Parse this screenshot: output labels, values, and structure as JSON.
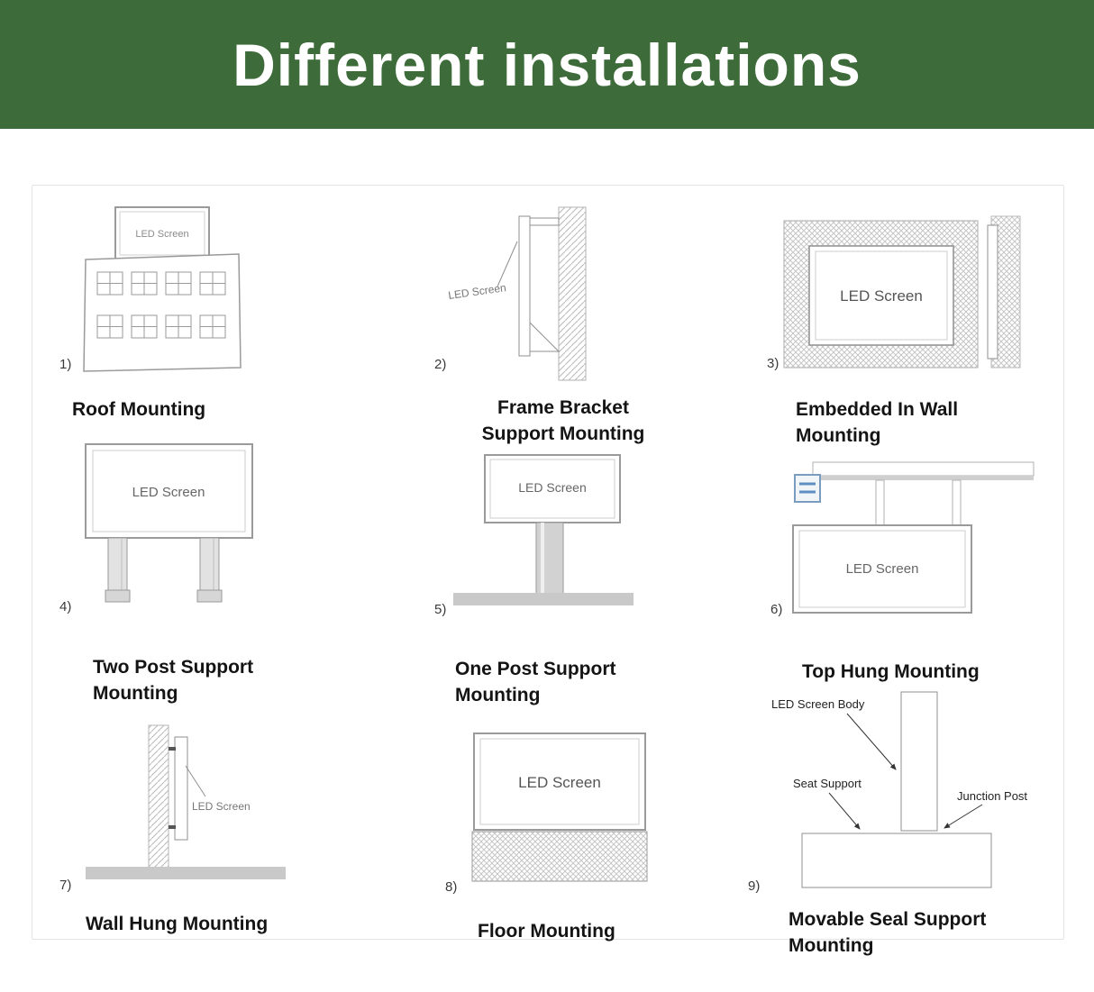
{
  "header": {
    "title": "Different installations"
  },
  "colors": {
    "header_bg": "#3e6b3a",
    "header_text": "#ffffff",
    "sketch_stroke": "#9a9a9a",
    "bracket_icon_blue": "#5d8fc2"
  },
  "diagrams": [
    {
      "number": "1)",
      "label": "Roof Mounting",
      "screen_label": "LED Screen"
    },
    {
      "number": "2)",
      "label": "Frame Bracket Support Mounting",
      "screen_label": "LED Screen"
    },
    {
      "number": "3)",
      "label": "Embedded In Wall Mounting",
      "screen_label": "LED Screen"
    },
    {
      "number": "4)",
      "label": "Two Post Support Mounting",
      "screen_label": "LED Screen"
    },
    {
      "number": "5)",
      "label": "One Post Support Mounting",
      "screen_label": "LED Screen"
    },
    {
      "number": "6)",
      "label": "Top Hung Mounting",
      "screen_label": "LED Screen"
    },
    {
      "number": "7)",
      "label": "Wall Hung Mounting",
      "screen_label": "LED Screen"
    },
    {
      "number": "8)",
      "label": "Floor Mounting",
      "screen_label": "LED Screen"
    },
    {
      "number": "9)",
      "label": "Movable Seal Support Mounting",
      "annotations": {
        "body": "LED Screen Body",
        "seat": "Seat Support",
        "junction": "Junction Post"
      }
    }
  ]
}
